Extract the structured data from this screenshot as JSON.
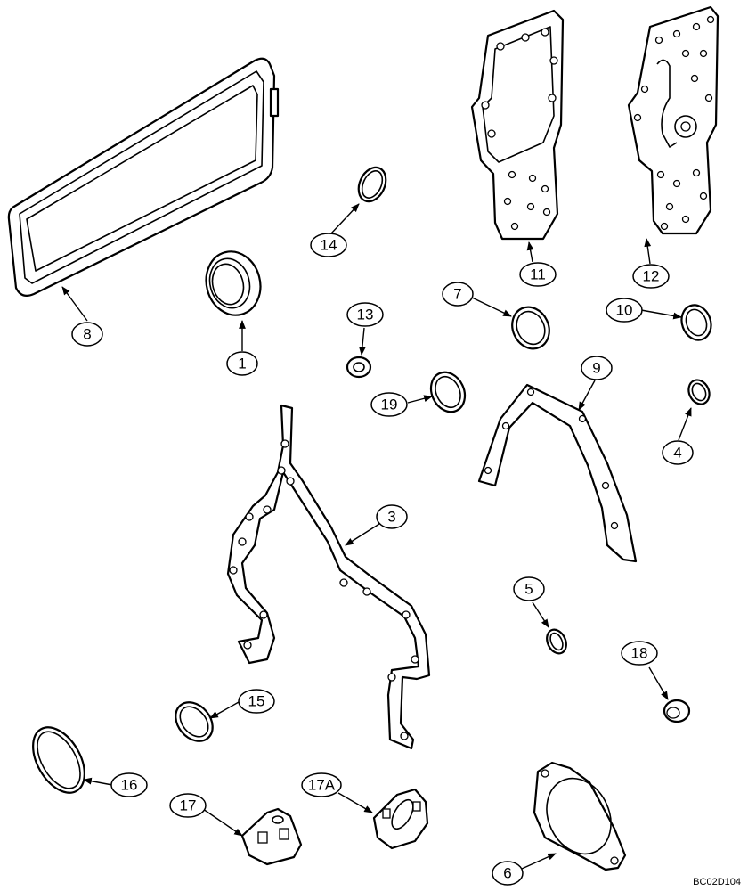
{
  "callouts": {
    "c1": "1",
    "c3": "3",
    "c4": "4",
    "c5": "5",
    "c6": "6",
    "c7": "7",
    "c8": "8",
    "c9": "9",
    "c10": "10",
    "c11": "11",
    "c12": "12",
    "c13": "13",
    "c14": "14",
    "c15": "15",
    "c16": "16",
    "c17": "17",
    "c17a": "17A",
    "c18": "18",
    "c19": "19"
  },
  "drawing_code": "BC02D104"
}
